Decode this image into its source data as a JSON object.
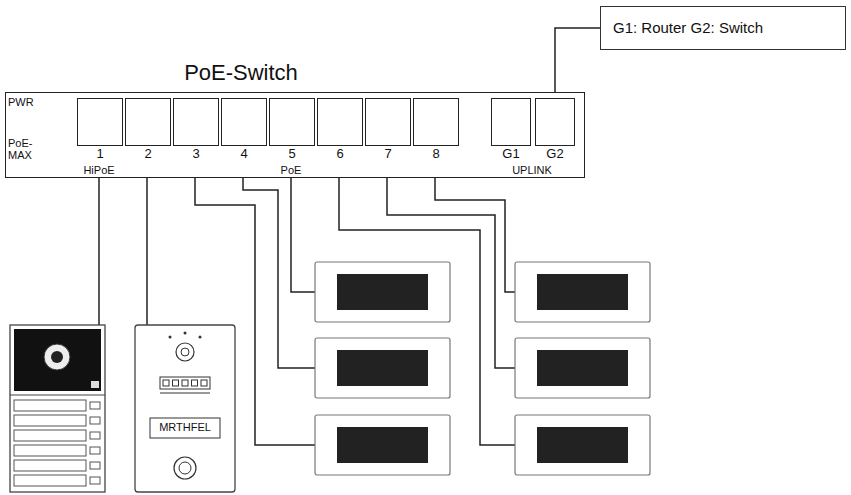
{
  "diagram": {
    "nodes": [
      {
        "text": [
          "PoE-Switch"
        ]
      },
      {
        "text": [
          "1"
        ],
        "in": 0
      },
      {
        "text": [
          "2"
        ],
        "in": 0
      },
      {
        "text": [
          "3"
        ],
        "in": 0
      },
      {
        "text": [
          "4"
        ],
        "in": 0
      },
      {
        "text": [
          "5"
        ],
        "in": 0
      },
      {
        "text": [
          "6"
        ],
        "in": 0
      },
      {
        "text": [
          "7"
        ],
        "in": 0
      },
      {
        "text": [
          "8"
        ],
        "in": 0
      },
      {
        "text": [
          "G1"
        ],
        "in": 0
      },
      {
        "text": [
          "G2"
        ],
        "in": 0
      },
      {
        "text": [
          "G1: Router G2: Switch"
        ]
      }
    ],
    "edges": [
      {
        "from": 10,
        "to": 11,
        "arrow": "none"
      }
    ],
    "labels": [
      "PWR",
      "PoE- MAX",
      "HiPoE",
      "PoE",
      "UPLINK",
      "MRTHFEL"
    ]
  }
}
